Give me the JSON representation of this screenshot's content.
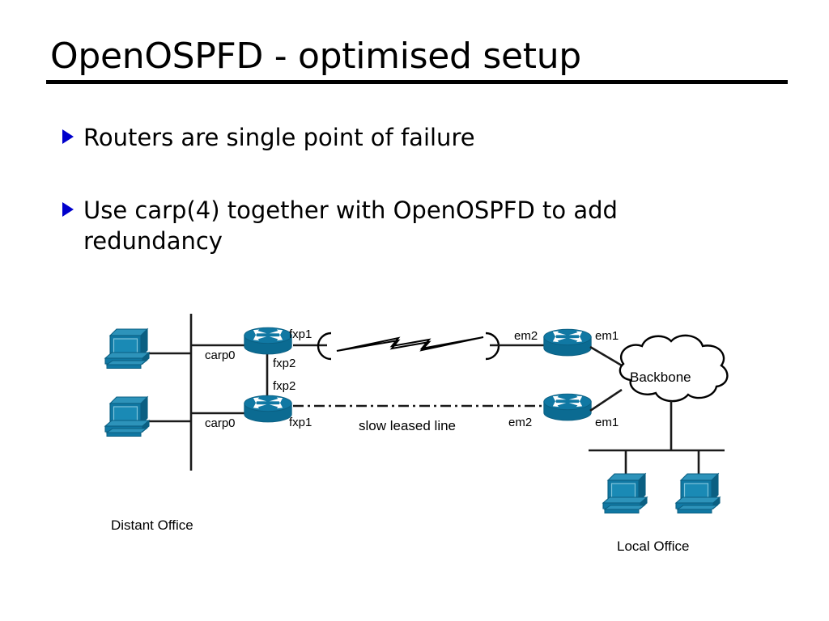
{
  "slide": {
    "title": "OpenOSPFD - optimised setup",
    "bullets": [
      {
        "text": "Routers are single point of failure"
      },
      {
        "text": "Use carp(4) together with OpenOSPFD to add redundancy"
      }
    ]
  },
  "diagram": {
    "type": "network-topology",
    "site_labels": {
      "left": "Distant Office",
      "right": "Local Office"
    },
    "cloud": {
      "label": "Backbone"
    },
    "link_labels": {
      "distant_router_top_lan": "carp0",
      "distant_router_bottom_lan": "carp0",
      "distant_router_top_wan": "fxp1",
      "distant_router_bottom_wan": "fxp1",
      "distant_router_top_sync": "fxp2",
      "distant_router_bottom_sync": "fxp2",
      "local_router_top_wan": "em2",
      "local_router_bottom_wan": "em2",
      "local_router_top_backbone": "em1",
      "local_router_bottom_backbone": "em1"
    },
    "wan_links": [
      {
        "name": "primary-serial-link",
        "label": "",
        "style": "lightning-bolt"
      },
      {
        "name": "backup-leased-link",
        "label": "slow leased line",
        "style": "dash-dot"
      }
    ],
    "nodes": [
      {
        "name": "distant-workstation-top",
        "type": "workstation"
      },
      {
        "name": "distant-workstation-bottom",
        "type": "workstation"
      },
      {
        "name": "distant-router-top",
        "type": "router"
      },
      {
        "name": "distant-router-bottom",
        "type": "router"
      },
      {
        "name": "local-router-top",
        "type": "router"
      },
      {
        "name": "local-router-bottom",
        "type": "router"
      },
      {
        "name": "local-workstation-left",
        "type": "workstation"
      },
      {
        "name": "local-workstation-right",
        "type": "workstation"
      }
    ]
  },
  "colors": {
    "bullet_marker": "#0000cc",
    "device_body": "#1078a3",
    "device_top": "#1a8ab5",
    "device_dark": "#0b5f82",
    "line": "#1a1a1a",
    "background": "#ffffff"
  }
}
